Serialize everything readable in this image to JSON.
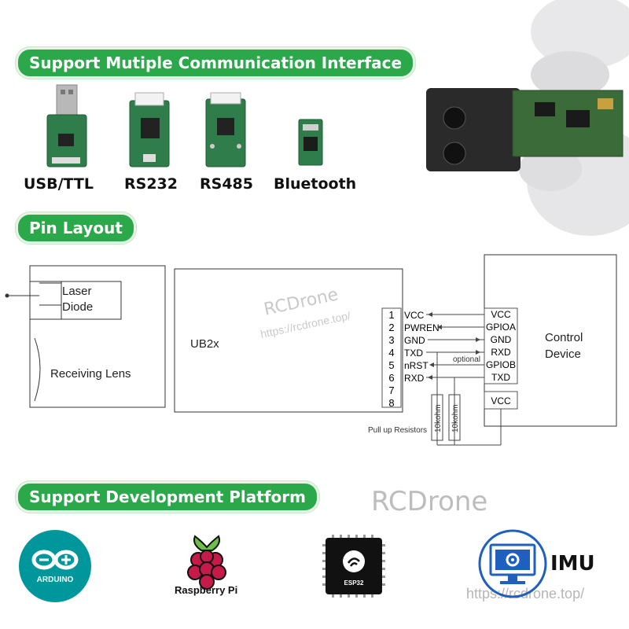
{
  "headings": {
    "interfaces": "Support Mutiple Communication Interface",
    "pin_layout": "Pin Layout",
    "platforms": "Support Development Platform"
  },
  "interfaces": [
    {
      "label": "USB/TTL"
    },
    {
      "label": "RS232"
    },
    {
      "label": "RS485"
    },
    {
      "label": "Bluetooth"
    }
  ],
  "diagram": {
    "laser_diode": [
      "Laser",
      "Diode"
    ],
    "receiving_lens": "Receiving Lens",
    "module": "UB2x",
    "pin_numbers": [
      "1",
      "2",
      "3",
      "4",
      "5",
      "6",
      "7",
      "8"
    ],
    "pin_names": [
      "VCC",
      "PWREN",
      "GND",
      "TXD",
      "nRST",
      "RXD"
    ],
    "device_pins": [
      "VCC",
      "GPIOA",
      "GND",
      "RXD",
      "GPIOB",
      "TXD",
      "VCC"
    ],
    "control_device": [
      "Control",
      "Device"
    ],
    "optional": "optional",
    "pullup": "Pull up Resistors",
    "resistor_1": "10kohm",
    "resistor_2": "10kohm"
  },
  "watermarks": {
    "brand": "RCDrone",
    "url": "https://rcdrone.top/",
    "brand_large": "RCDrone"
  },
  "platforms": {
    "arduino": "ARDUINO",
    "raspberry": "Raspberry Pi",
    "esp32": "ESP32",
    "imu": "IMU"
  },
  "colors": {
    "accent_green": "#2aa84a",
    "pcb_green": "#2e7d4a",
    "arduino_teal": "#00979c",
    "imu_blue": "#1f5fbf"
  }
}
